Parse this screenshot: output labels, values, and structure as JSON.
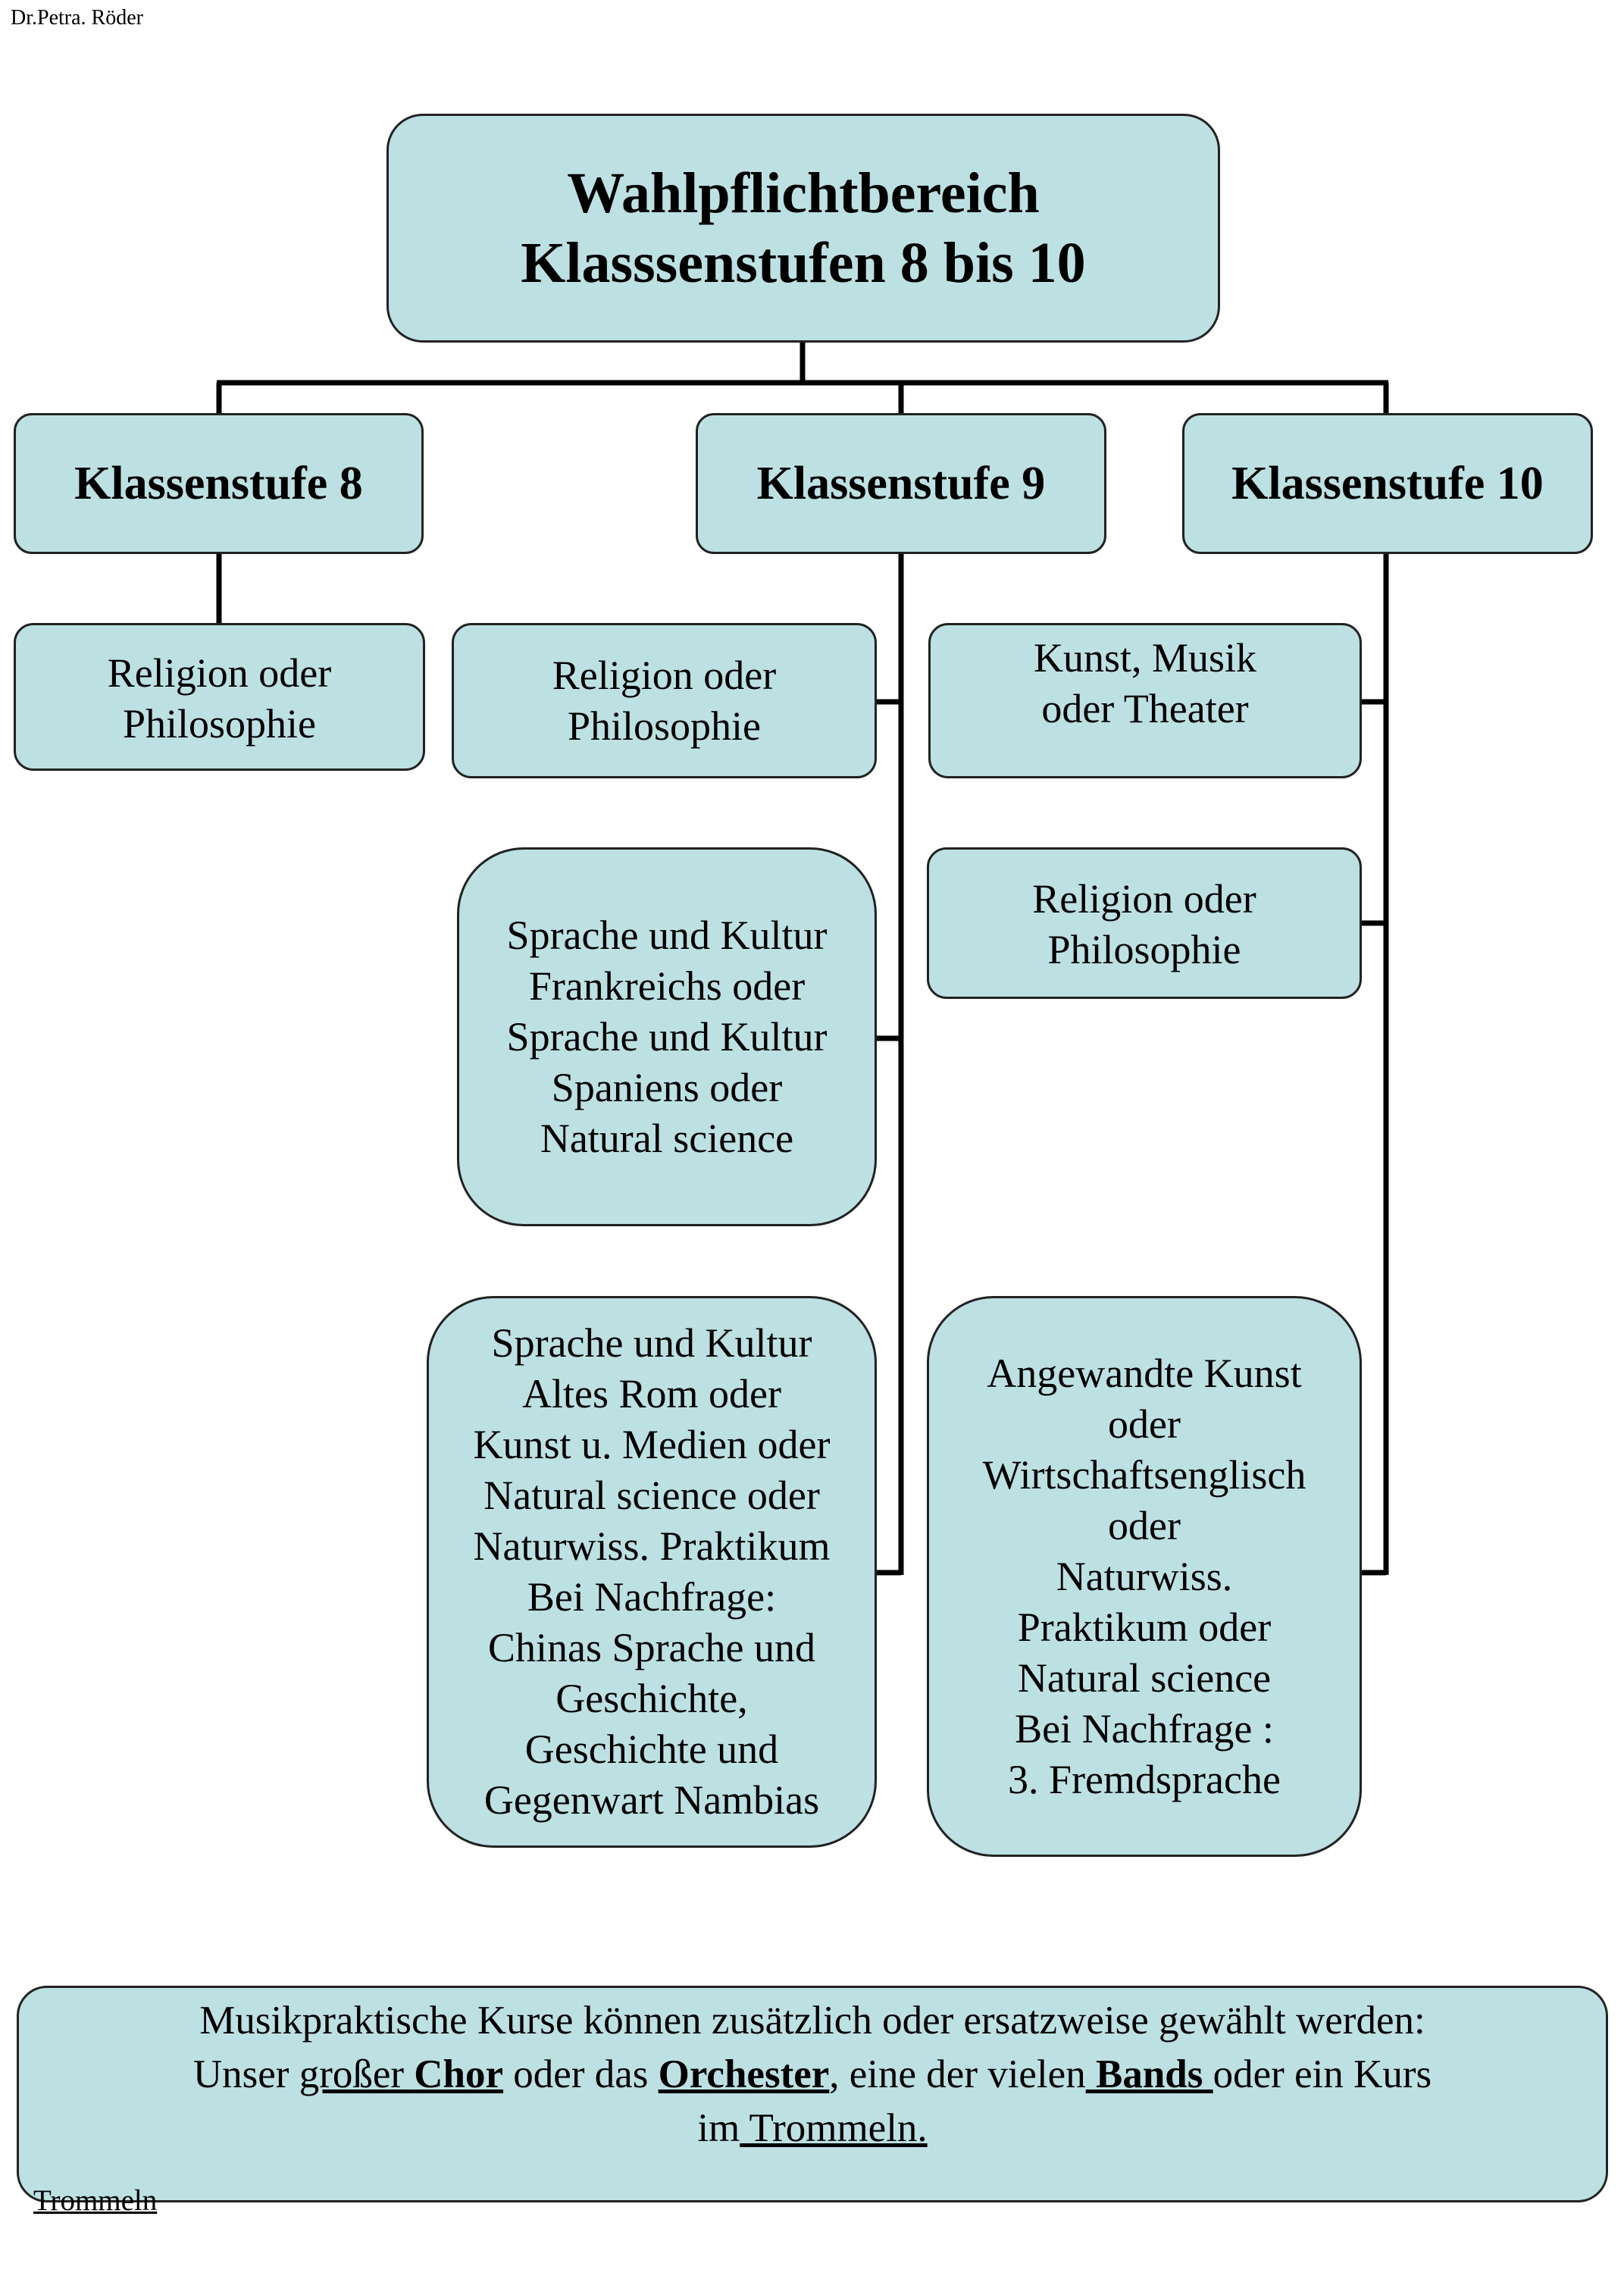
{
  "header": {
    "author": "Dr.Petra. Röder"
  },
  "title": {
    "lines": [
      "Wahlpflichtbereich",
      "Klasssenstufen 8 bis 10"
    ]
  },
  "levels": [
    {
      "label": "Klassenstufe 8"
    },
    {
      "label": "Klassenstufe 9"
    },
    {
      "label": "Klassenstufe 10"
    }
  ],
  "stufe8": {
    "courses": [
      {
        "lines": [
          "Religion oder",
          "Philosophie"
        ]
      }
    ]
  },
  "stufe9": {
    "courses": [
      {
        "lines": [
          "Religion oder",
          "Philosophie"
        ]
      },
      {
        "lines": [
          "Sprache und Kultur",
          "Frankreichs oder",
          "Sprache und Kultur",
          "Spaniens oder",
          "Natural science"
        ]
      },
      {
        "lines": [
          "Sprache und Kultur",
          "Altes Rom oder",
          "Kunst u. Medien oder",
          "Natural science oder",
          "Naturwiss. Praktikum",
          "Bei Nachfrage:",
          "Chinas Sprache und",
          "Geschichte,",
          "Geschichte und",
          "Gegenwart Nambias"
        ]
      }
    ]
  },
  "stufe10": {
    "courses": [
      {
        "lines": [
          "Kunst, Musik",
          "oder Theater"
        ]
      },
      {
        "lines": [
          "Religion oder",
          "Philosophie"
        ]
      },
      {
        "lines": [
          "Angewandte Kunst",
          "oder",
          "Wirtschaftsenglisch",
          "oder",
          "Naturwiss.",
          "Praktikum oder",
          "Natural science",
          "Bei Nachfrage :",
          "3. Fremdsprache"
        ]
      }
    ]
  },
  "bottom_note": {
    "line1": "Musikpraktische Kurse können zusätzlich oder ersatzweise gewählt werden:",
    "line2": {
      "unser": "Unser ",
      "grosser": "großer",
      "sp1": " ",
      "chor": "Chor",
      "oder_das": " oder das ",
      "orchester": "Orchester",
      "comma_link": ",",
      "eine": " eine der vielen",
      "bands_pre": " ",
      "bands": "Bands",
      "bands_post": " ",
      "oder_ein": "oder ein Kurs"
    },
    "line3": {
      "im": "im",
      "trommeln_link": " Trommeln",
      "dot": "."
    }
  },
  "footer": {
    "link": "Trommeln"
  },
  "colors": {
    "box_fill": "#bde0e3",
    "border": "#222222",
    "connector": "#000000"
  }
}
